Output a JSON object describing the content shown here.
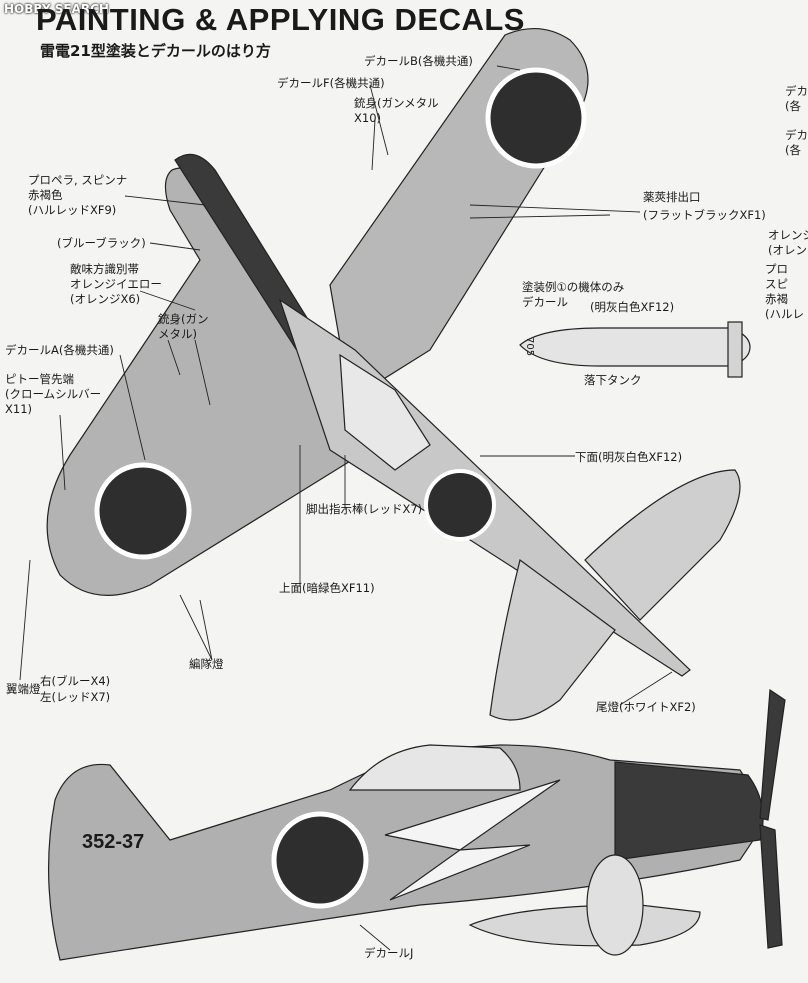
{
  "watermark": "HOBBY SEARCH",
  "header": {
    "title": "PAINTING & APPLYING DECALS",
    "subtitle": "雷電21型塗装とデカールのはり方"
  },
  "labels": {
    "decal_b": "デカールB(各機共通)",
    "decal_f": "デカールF(各機共通)",
    "gun_barrel_top": "銃身(ガンメタル\nX10)",
    "propeller": "プロペラ, スピンナ\n赤褐色\n(ハルレッドXF9)",
    "blue_black": "(ブルーブラック)",
    "id_band": "敵味方識別帯\nオレンジイエロー\n(オレンジX6)",
    "gun_barrel_left": "銃身(ガン\nメタル)",
    "decal_a": "デカールA(各機共通)",
    "pitot": "ピトー管先端\n(クロームシルバー\nX11)",
    "exhaust": "薬莢排出口",
    "exhaust_color": "(フラットブラックXF1)",
    "drop_tank_note": "塗装例①の機体のみ\nデカール",
    "drop_tank_color": "(明灰白色XF12)",
    "drop_tank_name": "落下タンク",
    "lower_surface": "下面(明灰白色XF12)",
    "gear_indicator": "脚出指示棒(レッドX7)",
    "upper_surface": "上面(暗緑色XF11)",
    "formation_light": "編隊燈",
    "wingtip_light": "翼端燈",
    "wingtip_right": "右(ブルーX4)",
    "wingtip_left": "左(レッドX7)",
    "tail_light": "尾燈(ホワイトXF2)",
    "decal_j": "デカールJ",
    "right_edge_1": "デカ\n(各",
    "right_edge_2": "デカ\n(各",
    "right_edge_3": "オレンジ\n(オレン",
    "right_edge_4": "プロ\nスピ\n赤褐\n(ハルレ"
  },
  "markings": {
    "tail_code": "352-37",
    "drop_tank_code": "705"
  },
  "colors": {
    "upper_green": "#a9a9a9",
    "dark_band": "#3a3a3a",
    "hinomaru": "#2e2e2e",
    "light_gray": "#d2d2d2"
  }
}
